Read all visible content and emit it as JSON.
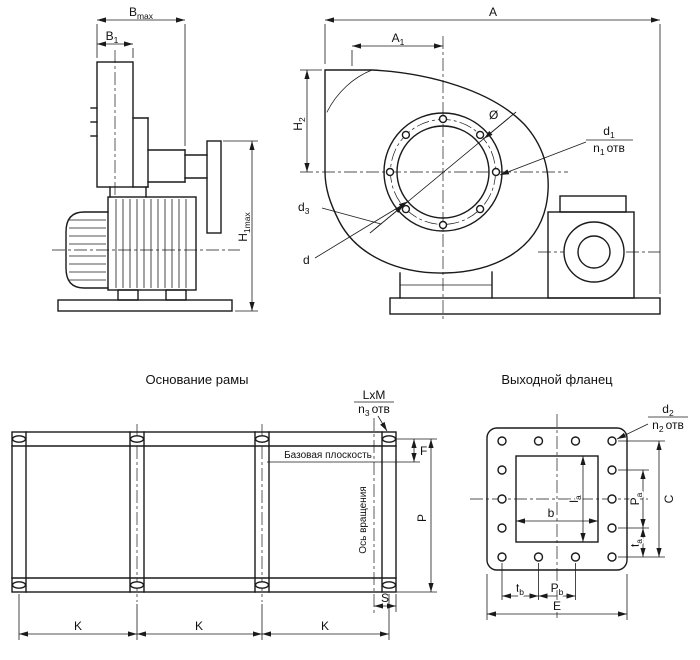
{
  "colors": {
    "line": "#1a1a1a",
    "background": "#ffffff"
  },
  "side_view": {
    "bmax": {
      "main": "B",
      "sub": "max"
    },
    "b1": {
      "main": "B",
      "sub": "1"
    },
    "h1max": {
      "main": "H",
      "sub": "1max"
    }
  },
  "front_view": {
    "a": "A",
    "a1": {
      "main": "A",
      "sub": "1"
    },
    "h2": {
      "main": "H",
      "sub": "2"
    },
    "dia": "Ø",
    "d1": {
      "main": "d",
      "sub": "1"
    },
    "n1": {
      "main": "n",
      "sub": "1",
      "suffix": "отв"
    },
    "d3": {
      "main": "d",
      "sub": "3"
    },
    "d": "d"
  },
  "frame_base": {
    "title": "Основание рамы",
    "lxm": "LxM",
    "n3": {
      "main": "n",
      "sub": "3",
      "suffix": "отв"
    },
    "base_plane": "Базовая плоскость",
    "rotation_axis": "Ось вращения",
    "f": "F",
    "p": "P",
    "s": "S",
    "k": "K"
  },
  "outlet_flange": {
    "title": "Выходной фланец",
    "d2": {
      "main": "d",
      "sub": "2"
    },
    "n2": {
      "main": "n",
      "sub": "2",
      "suffix": "отв"
    },
    "la": {
      "main": "l",
      "sub": "a"
    },
    "b": "b",
    "pa": {
      "main": "P",
      "sub": "a"
    },
    "c": "C",
    "ta": {
      "main": "t",
      "sub": "a"
    },
    "tb": {
      "main": "t",
      "sub": "b"
    },
    "pb": {
      "main": "P",
      "sub": "b"
    },
    "e": "E"
  }
}
